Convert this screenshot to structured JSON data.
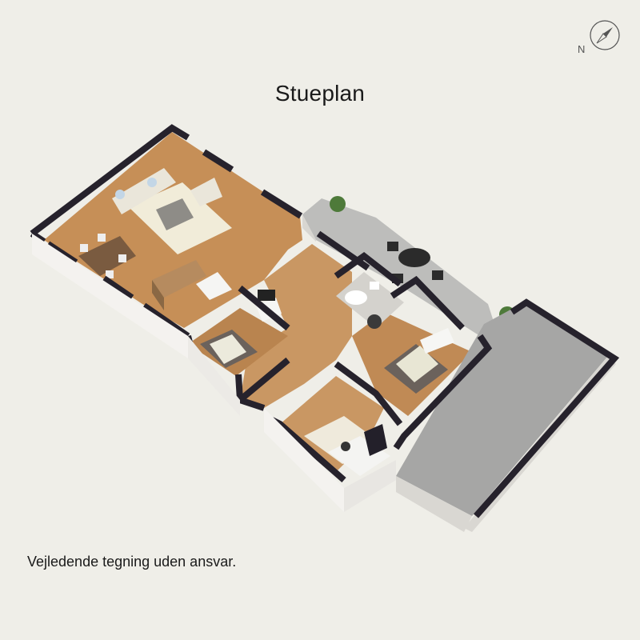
{
  "title": "Stueplan",
  "disclaimer": "Vejledende tegning uden ansvar.",
  "compass": {
    "label": "N",
    "icon": "compass-icon"
  },
  "colors": {
    "background": "#efeee8",
    "wall_top": "#26222c",
    "wall_face": "#f3f1ee",
    "wood_floor": "#c9925a",
    "terrace": "#b9b9b7",
    "garage_floor": "#a8a8a8"
  }
}
